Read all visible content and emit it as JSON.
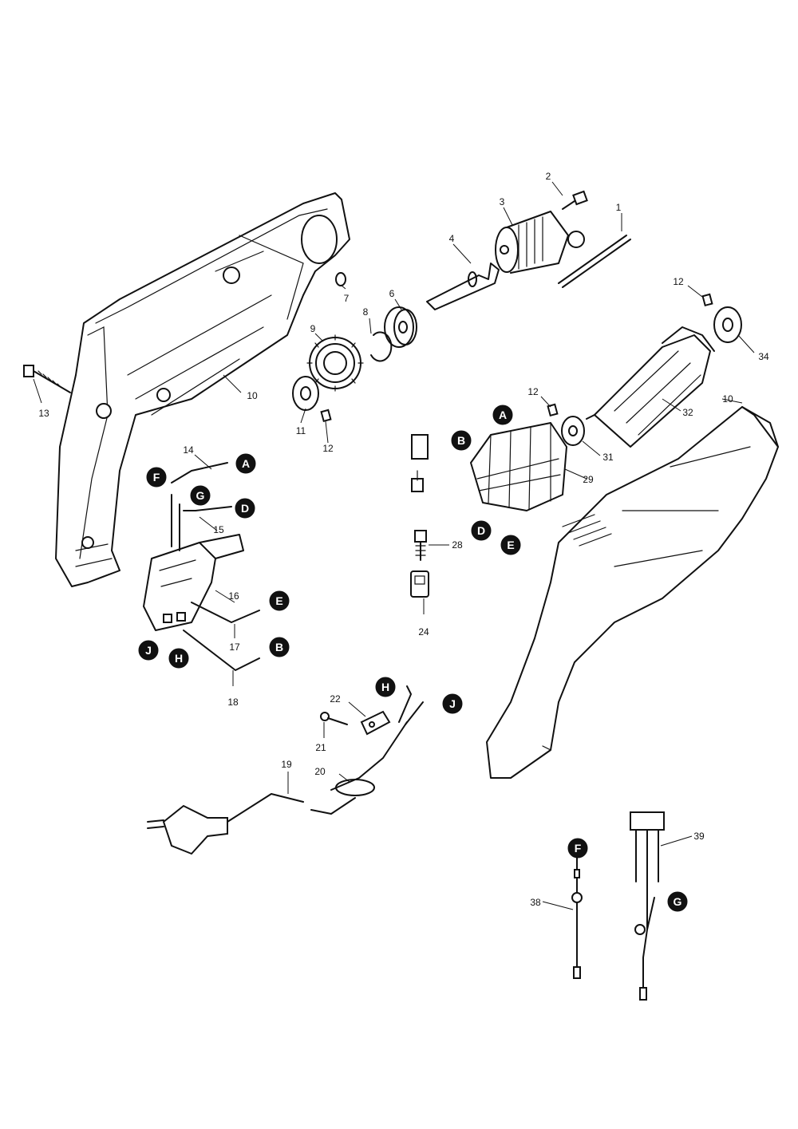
{
  "part_numbers": {
    "n1": "1",
    "n2": "2",
    "n3": "3",
    "n4": "4",
    "n6": "6",
    "n7": "7",
    "n8": "8",
    "n9": "9",
    "n10a": "10",
    "n10b": "10",
    "n11": "11",
    "n12a": "12",
    "n12b": "12",
    "n12c": "12",
    "n13": "13",
    "n14": "14",
    "n15": "15",
    "n16": "16",
    "n17": "17",
    "n18": "18",
    "n19": "19",
    "n20": "20",
    "n21": "21",
    "n22": "22",
    "n24": "24",
    "n28": "28",
    "n29": "29",
    "n31": "31",
    "n32": "32",
    "n34": "34",
    "n38": "38",
    "n39": "39"
  },
  "connectors": {
    "a1": "A",
    "a2": "A",
    "b1": "B",
    "b2": "B",
    "d1": "D",
    "d2": "D",
    "e1": "E",
    "e2": "E",
    "f1": "F",
    "f2": "F",
    "g1": "G",
    "g2": "G",
    "h1": "H",
    "h2": "H",
    "j1": "J",
    "j2": "J"
  }
}
